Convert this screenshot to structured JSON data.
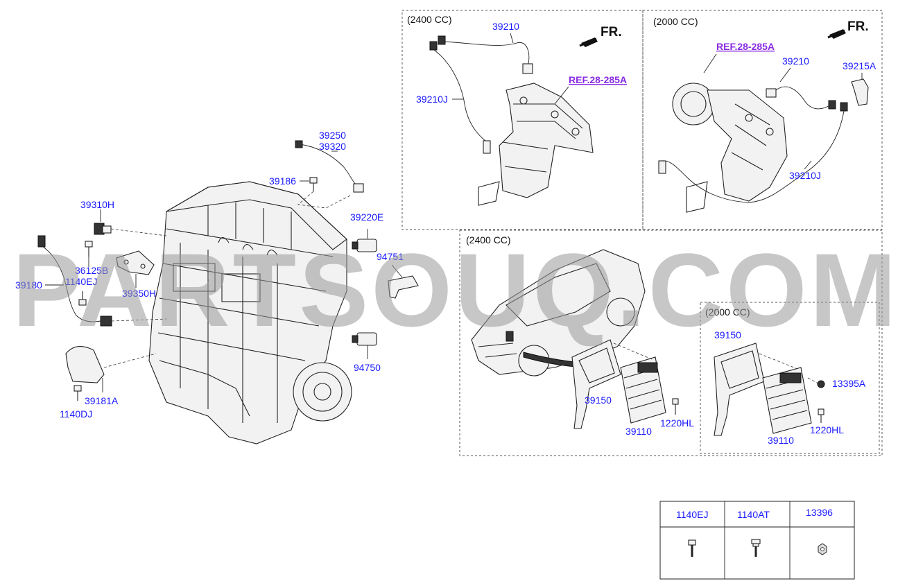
{
  "watermark": "PARTSOUQ.COM",
  "sections": {
    "exhaust_2400": "(2400 CC)",
    "exhaust_2000": "(2000 CC)",
    "ecu_2400": "(2400 CC)",
    "ecu_2000": "(2000 CC)"
  },
  "direction_label": "FR.",
  "refs": {
    "ref_2400": "REF.28-285A",
    "ref_2000": "REF.28-285A"
  },
  "labels": {
    "p39250": "39250",
    "p39320": "39320",
    "p39186": "39186",
    "p39310H": "39310H",
    "p39220E": "39220E",
    "p36125B": "36125B",
    "p1140EJ": "1140EJ",
    "p39180": "39180",
    "p39350H": "39350H",
    "p94751": "94751",
    "p94750": "94750",
    "p39181A": "39181A",
    "p1140DJ": "1140DJ",
    "a39210": "39210",
    "a39210J": "39210J",
    "b39210": "39210",
    "b39215A": "39215A",
    "b39210J": "39210J",
    "c39150": "39150",
    "c39110": "39110",
    "c1220HL": "1220HL",
    "d39150": "39150",
    "d13395A": "13395A",
    "d1220HL": "1220HL",
    "d39110": "39110"
  },
  "hardware_table": {
    "columns": [
      "1140EJ",
      "1140AT",
      "13396"
    ],
    "icons": [
      "bolt-icon",
      "flange-bolt-icon",
      "nut-icon"
    ]
  }
}
